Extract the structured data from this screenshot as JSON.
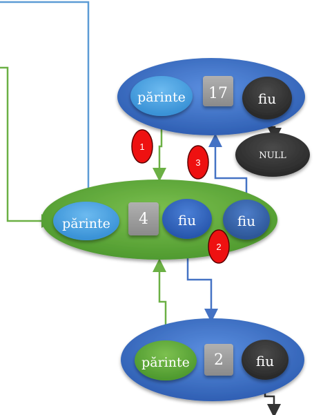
{
  "nodes": {
    "top": {
      "parent_label": "părinte",
      "key": "17",
      "child_label": "fiu"
    },
    "middle": {
      "parent_label": "părinte",
      "key": "4",
      "child_left_label": "fiu",
      "child_right_label": "fiu"
    },
    "bottom": {
      "parent_label": "părinte",
      "key": "2",
      "child_label": "fiu"
    },
    "null_label": "NULL"
  },
  "markers": [
    "1",
    "2",
    "3"
  ],
  "colors": {
    "blue_ellipse": "#3f6fc4",
    "green_ellipse": "#62ab3e",
    "light_blue": "#4ea6e6",
    "dark_circle": "#3b3b3b",
    "gray_box": "#9b9b9b",
    "green_arrow": "#6bb044",
    "blue_arrow": "#4472c4",
    "light_blue_line": "#5b9bd5",
    "red_marker": "#ee1111",
    "orange_link": "#ed7d31"
  }
}
